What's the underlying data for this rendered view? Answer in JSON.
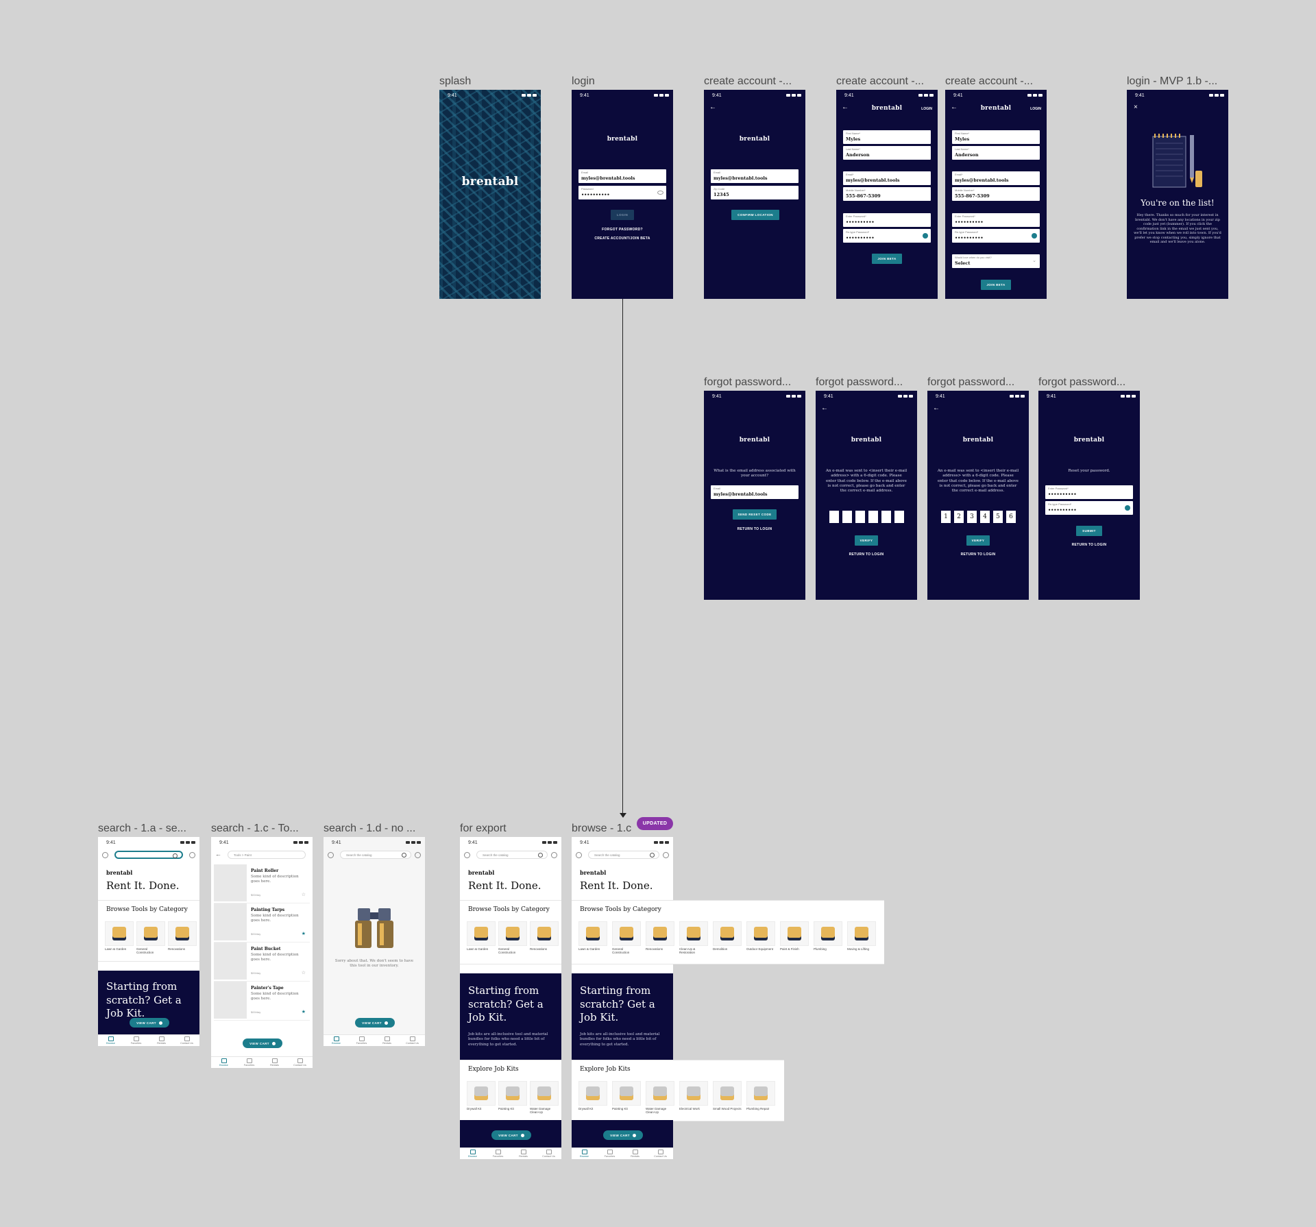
{
  "brand": "brentabl",
  "status_time": "9:41",
  "colors": {
    "canvas": "#d3d3d3",
    "navy": "#0b0a3a",
    "teal": "#1c7d8c",
    "badge": "#8a36a8"
  },
  "frame_labels": {
    "splash": "splash",
    "login": "login",
    "create1": "create account -...",
    "create2": "create account -...",
    "create3": "create account -...",
    "login_mvp": "login - MVP 1.b -...",
    "forgot1": "forgot password...",
    "forgot2": "forgot password...",
    "forgot3": "forgot password...",
    "forgot4": "forgot password...",
    "search_a": "search - 1.a - se...",
    "search_c": "search - 1.c - To...",
    "search_d": "search - 1.d - no ...",
    "export": "for export",
    "browse": "browse - 1.c"
  },
  "badge": "UPDATED",
  "login": {
    "email_label": "Email",
    "email_value": "myles@brentabl.tools",
    "password_label": "Password",
    "password_value": "••••••••••",
    "login_btn": "LOGIN",
    "forgot": "FORGOT PASSWORD?",
    "create": "CREATE ACCOUNT/JOIN BETA"
  },
  "create1": {
    "email_label": "Email",
    "email_value": "myles@brentabl.tools",
    "zip_label": "Zip Code",
    "zip_value": "12345",
    "button": "CONFIRM LOCATION"
  },
  "create_form": {
    "header_login": "LOGIN",
    "first_label": "First Name*",
    "first_value": "Myles",
    "last_label": "Last Name*",
    "last_value": "Anderson",
    "email_label": "Email*",
    "email_value": "myles@brentabl.tools",
    "mobile_label": "Mobile Number*",
    "mobile_value": "555-867-5309",
    "pw_label": "Enter Password*",
    "pw_value": "••••••••••",
    "repw_label": "Re-type Password*",
    "repw_value": "••••••••••",
    "hear_label": "Would love when do you visit?",
    "hear_value": "Select",
    "button": "JOIN BETA"
  },
  "mvp": {
    "close": "×",
    "heading": "You're on the list!",
    "body": "Hey there. Thanks so much for your interest in brentabl. We don't have any locations in your zip code just yet (bummer). If you click the confirmation link in the email we just sent you, we'll let you know when we roll into town. If you'd prefer we stop contacting you, simply ignore that email and we'll leave you alone."
  },
  "forgot": {
    "question": "What is the email address associated with your account?",
    "email_label": "Email",
    "email_value": "myles@brentabl.tools",
    "send_btn": "SEND RESET CODE",
    "return": "RETURN TO LOGIN",
    "code_msg": "An e-mail was sent to <insert their e-mail address> with a 6-digit code. Please enter that code below. If the e-mail above is not correct, please go back and enter the correct e-mail address.",
    "verify": "VERIFY",
    "code_digits": [
      "1",
      "2",
      "3",
      "4",
      "5",
      "6"
    ],
    "reset_msg": "Reset your password.",
    "new_pw_label": "Enter Password*",
    "new_repw_label": "Re-type Password*",
    "submit": "SUBMIT"
  },
  "search": {
    "placeholder": "Search the catalog",
    "breadcrumb": "Tools > Paint",
    "tagline": "Rent It. Done.",
    "browse_title": "Browse Tools by Category",
    "jobkit_heading": "Starting from scratch? Get a Job Kit.",
    "jobkit_desc": "Job kits are all-inclusive tool and material bundles for folks who need a little bit of everything to get started.",
    "explore_title": "Explore Job Kits",
    "view_cart": "VIEW CART",
    "no_results": "Sorry about that. We don't seem to have this tool in our inventory.",
    "results": [
      {
        "title": "Paint Roller",
        "desc": "Some kind of description goes here.",
        "price": "$00/day"
      },
      {
        "title": "Painting Tarps",
        "desc": "Some kind of description goes here.",
        "price": "$00/day"
      },
      {
        "title": "Paint Bucket",
        "desc": "Some kind of description goes here.",
        "price": "$00/day"
      },
      {
        "title": "Painter's Tape",
        "desc": "Some kind of description goes here.",
        "price": "$00/day"
      }
    ],
    "categories": [
      "Lawn & Garden",
      "General Construction",
      "Renovations",
      "Clean-Up & Restoration",
      "Demolition",
      "Outdoor Equipment",
      "Paint & Finish",
      "Plumbing",
      "Moving & Lifting"
    ],
    "kits": [
      "Drywall Kit",
      "Painting Kit",
      "Water Damage Clean-Up",
      "Electrical Work",
      "Small Wood Projects",
      "Plumbing Repair"
    ],
    "tabs": [
      "Browse",
      "Favorites",
      "Rentals",
      "Contact Us"
    ]
  }
}
